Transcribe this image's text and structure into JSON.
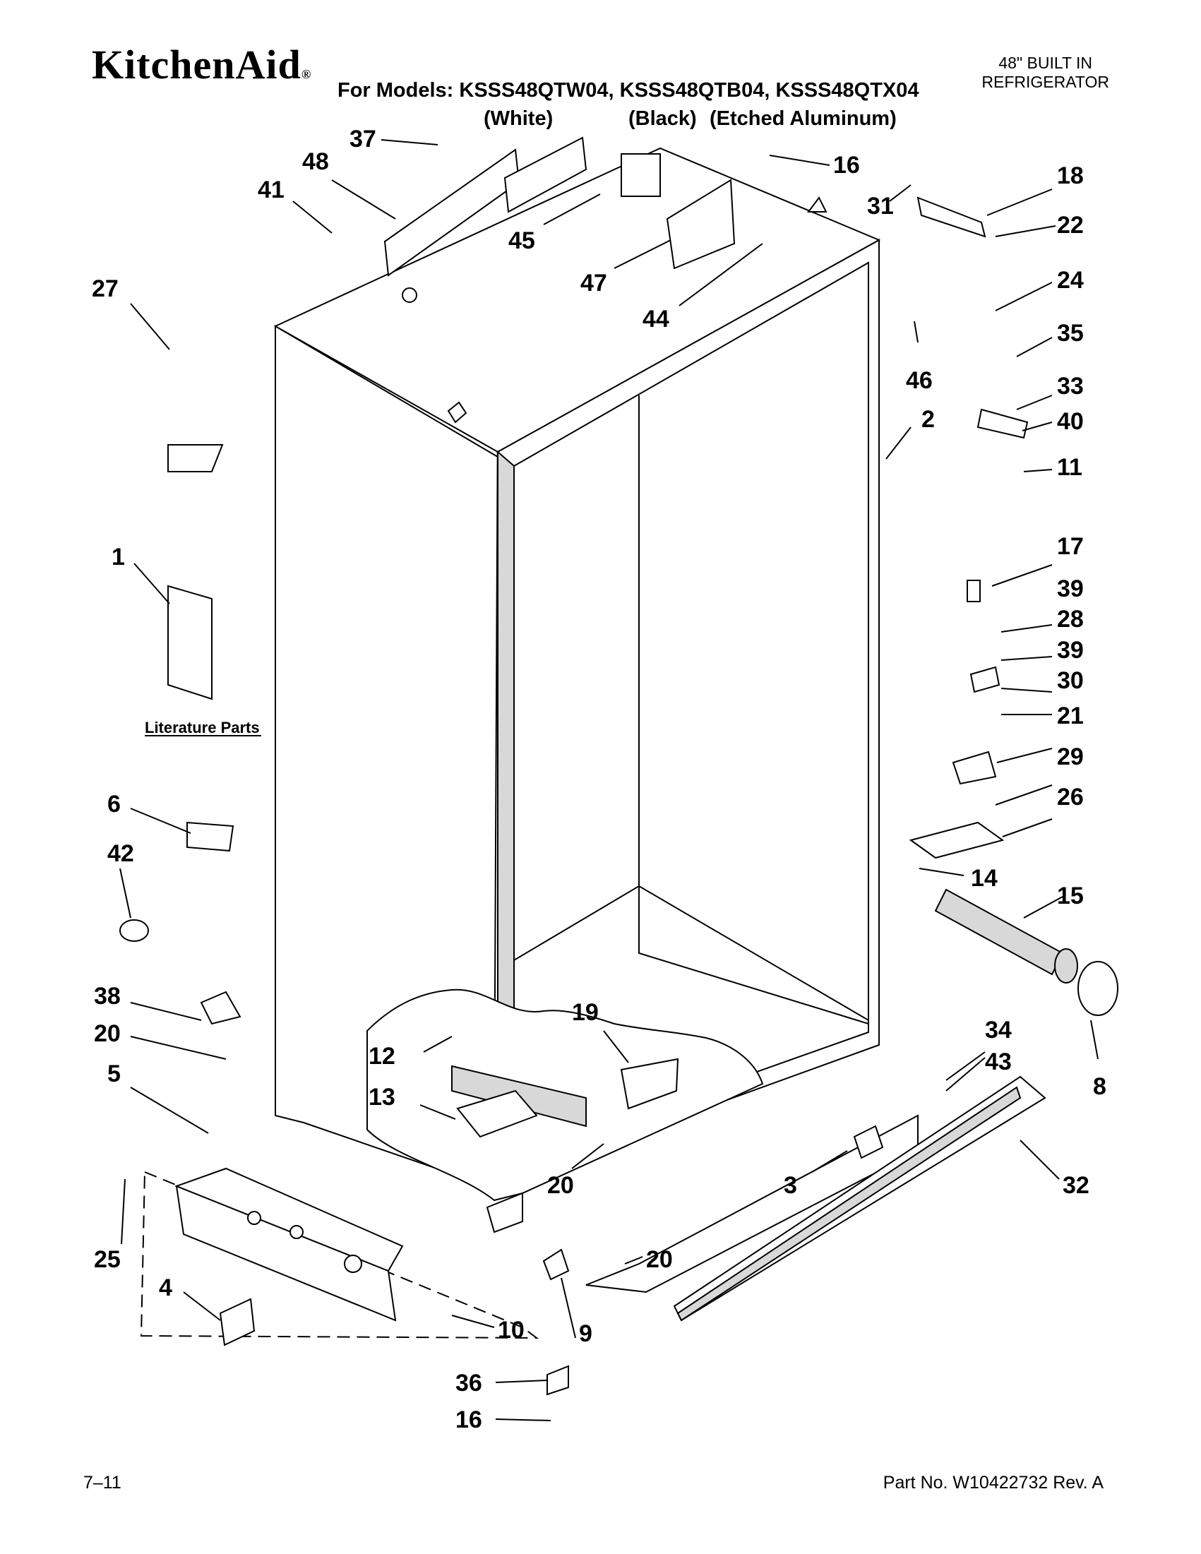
{
  "header": {
    "brand": "KitchenAid",
    "brand_mark": "®",
    "models_line": "For Models: KSSS48QTW04, KSSS48QTB04, KSSS48QTX04",
    "variants": [
      "(White)",
      "(Black)",
      "(Etched Aluminum)"
    ],
    "product_line1": "48\" BUILT IN",
    "product_line2": "REFRIGERATOR"
  },
  "literature_label": "Literature Parts",
  "callouts": [
    "37",
    "48",
    "41",
    "45",
    "47",
    "44",
    "16",
    "31",
    "18",
    "22",
    "27",
    "24",
    "35",
    "33",
    "40",
    "11",
    "46",
    "2",
    "17",
    "39",
    "28",
    "39",
    "30",
    "21",
    "29",
    "26",
    "1",
    "6",
    "42",
    "14",
    "15",
    "8",
    "38",
    "20",
    "5",
    "12",
    "19",
    "13",
    "34",
    "43",
    "20",
    "3",
    "32",
    "25",
    "4",
    "10",
    "9",
    "20",
    "36",
    "16"
  ],
  "footer": {
    "page": "7–11",
    "part_no": "Part No. W10422732 Rev. A"
  }
}
